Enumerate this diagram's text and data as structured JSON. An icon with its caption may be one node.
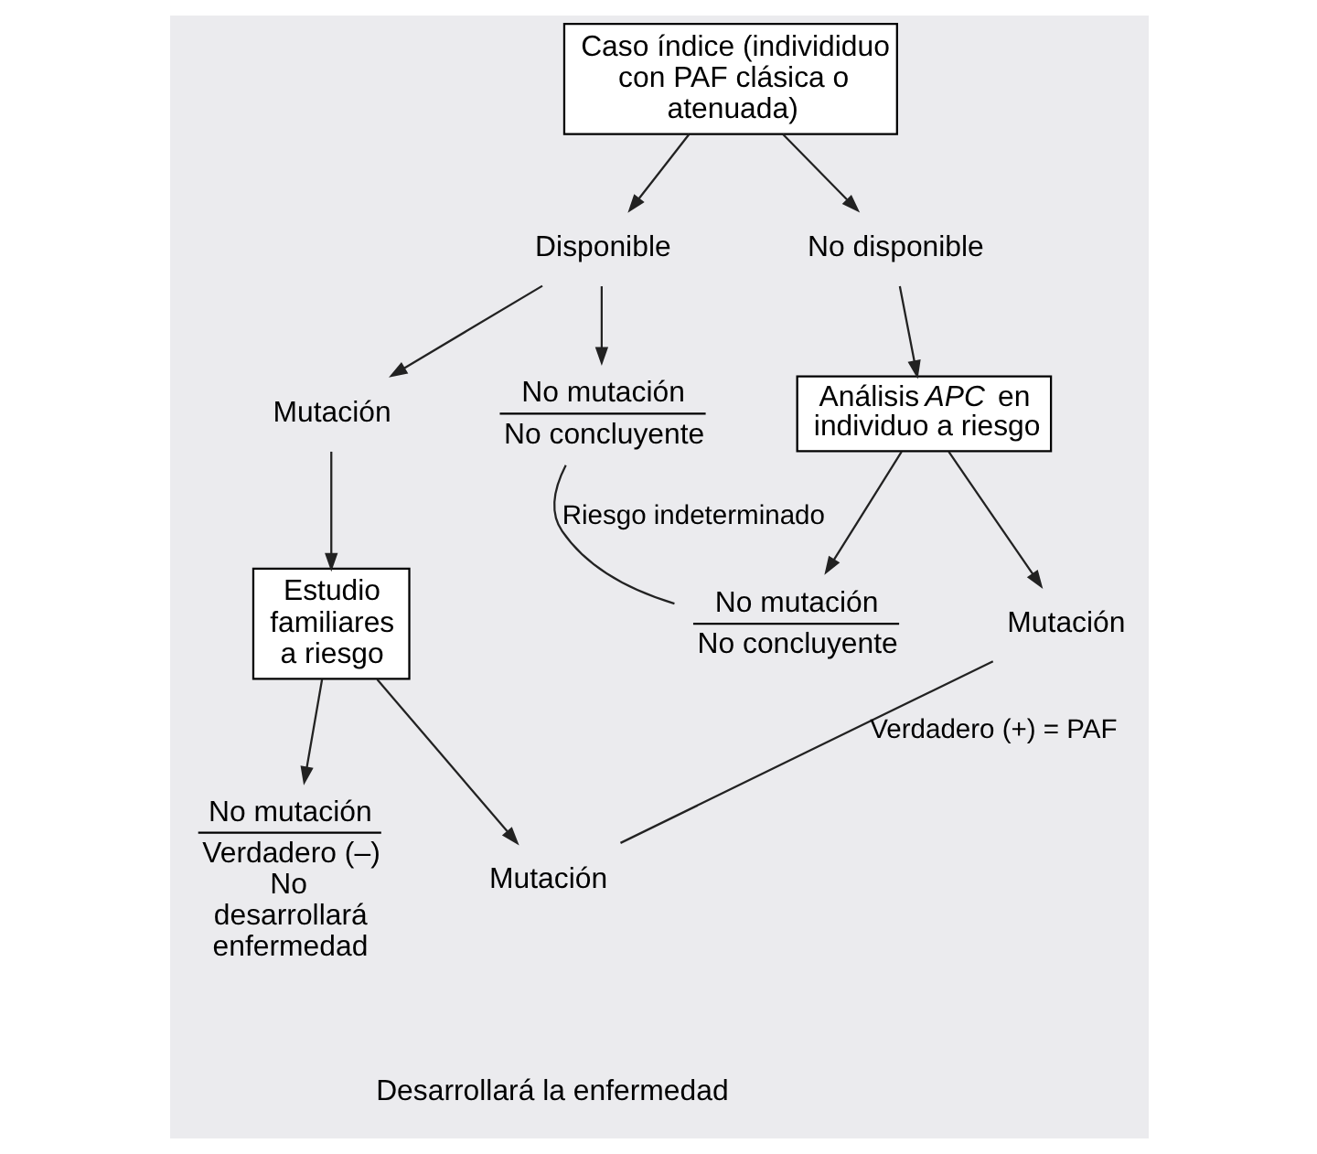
{
  "diagram": {
    "nodes": [
      {
        "text": [
          "Caso índice (individiduo con PAF clásica o atenuada)"
        ]
      },
      {
        "text": [
          "Disponible"
        ]
      },
      {
        "text": [
          "No disponible"
        ]
      },
      {
        "text": [
          "Mutación"
        ]
      },
      {
        "text": [
          "No mutación",
          "No concluyente"
        ]
      },
      {
        "text": [
          "Análisis *APC* en individuo a riesgo"
        ]
      },
      {
        "text": [
          "Estudio familiares a riesgo"
        ]
      },
      {
        "text": [
          "No mutación",
          "No concluyente"
        ]
      },
      {
        "text": [
          "Mutación"
        ]
      },
      {
        "text": [
          "No mutación",
          "Verdadero (–) No desarrollará enfermedad"
        ]
      },
      {
        "text": [
          "Mutación"
        ]
      }
    ],
    "edges": [
      {
        "from": 0,
        "to": 1,
        "arrow": "to"
      },
      {
        "from": 0,
        "to": 2,
        "arrow": "to"
      },
      {
        "from": 1,
        "to": 3,
        "arrow": "to"
      },
      {
        "from": 1,
        "to": 4,
        "arrow": "to"
      },
      {
        "from": 2,
        "to": 5,
        "arrow": "to"
      },
      {
        "from": 3,
        "to": 6,
        "arrow": "to"
      },
      {
        "from": 5,
        "to": 7,
        "arrow": "to"
      },
      {
        "from": 5,
        "to": 8,
        "arrow": "to"
      },
      {
        "from": 4,
        "to": 7,
        "arrow": "none",
        "label": "Riesgo indeterminado"
      },
      {
        "from": 6,
        "to": 9,
        "arrow": "to"
      },
      {
        "from": 6,
        "to": 10,
        "arrow": "to"
      },
      {
        "from": 10,
        "to": 8,
        "arrow": "none",
        "label": "Verdadero (+) = PAF"
      }
    ],
    "labels": [
      "Desarrollará la enfermedad"
    ]
  }
}
